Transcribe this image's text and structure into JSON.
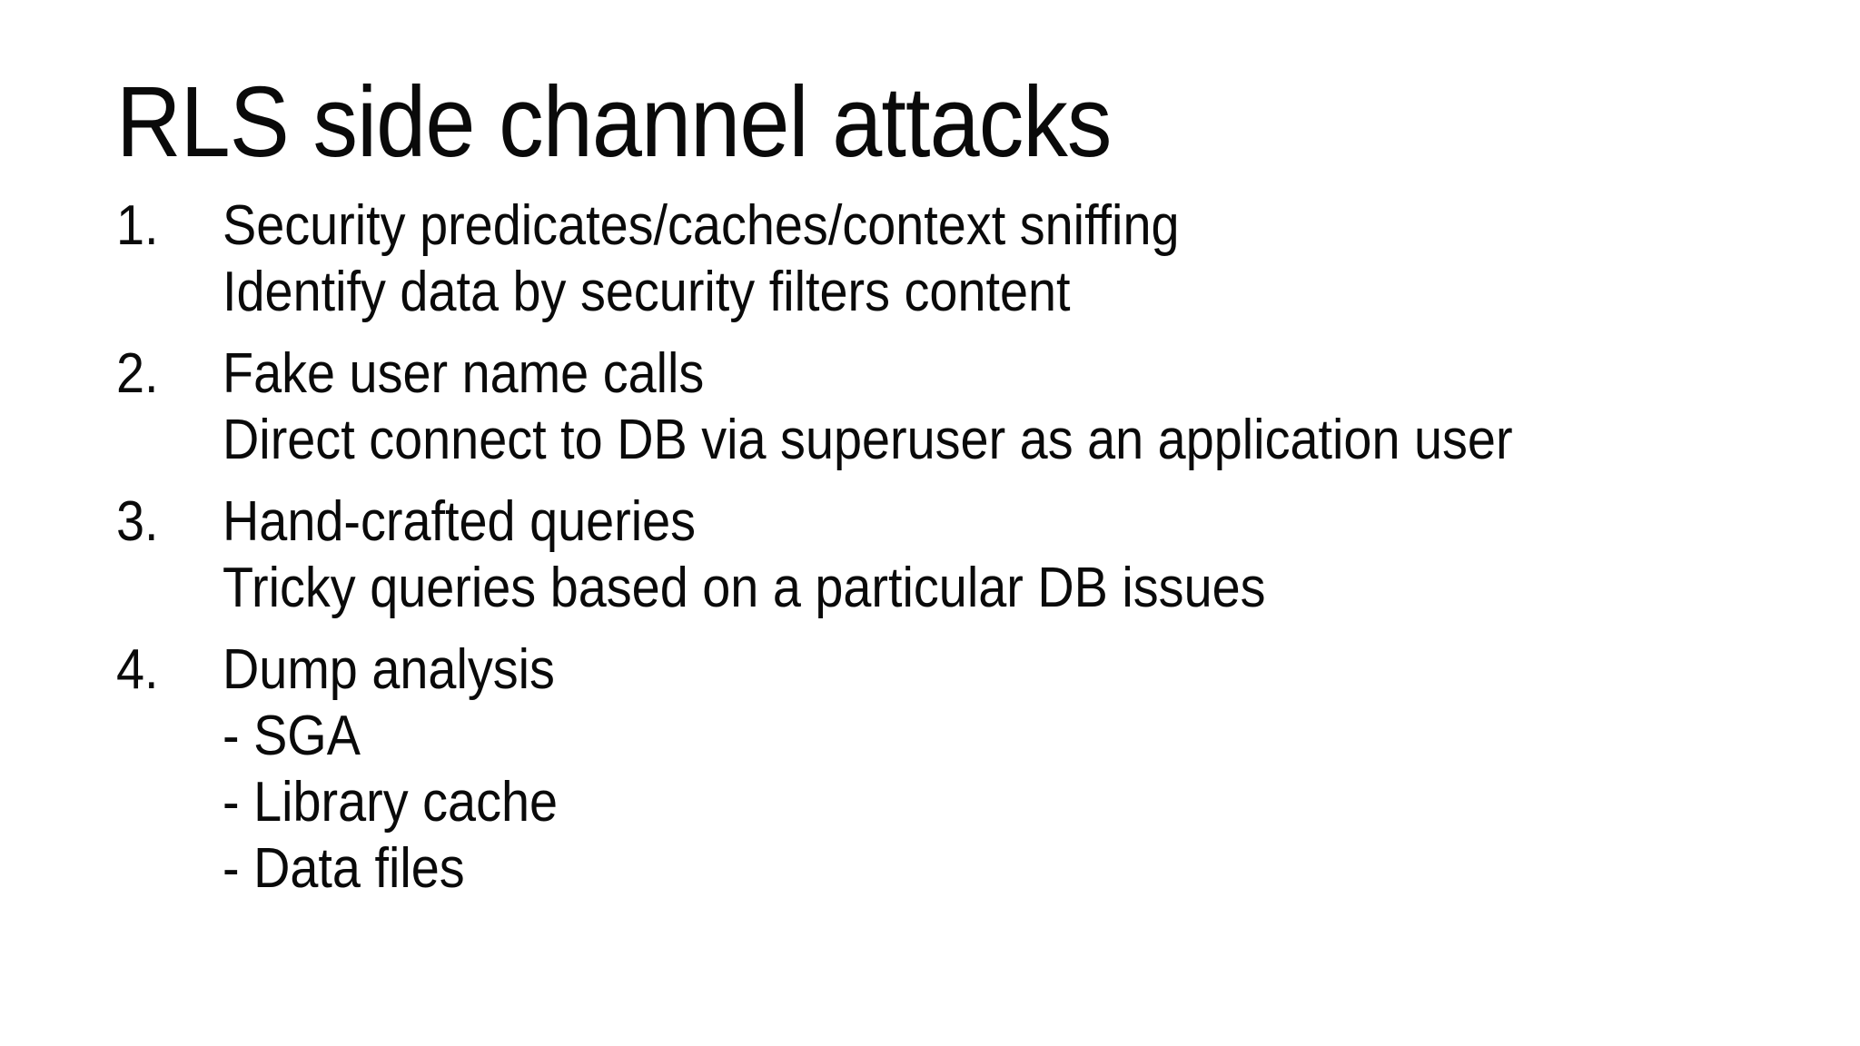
{
  "slide": {
    "background": "#ffffff",
    "text_color": "#0a0a0a",
    "title": "RLS side channel attacks",
    "list": {
      "items": [
        {
          "number": "1.",
          "lines": [
            "Security predicates/caches/context sniffing",
            "Identify data by security filters content"
          ]
        },
        {
          "number": "2.",
          "lines": [
            "Fake user name calls",
            "Direct connect to DB via superuser as an application user"
          ]
        },
        {
          "number": "3.",
          "lines": [
            "Hand-crafted queries",
            "Tricky queries based on a particular DB issues"
          ]
        },
        {
          "number": "4.",
          "lines": [
            "Dump analysis",
            "- SGA",
            "- Library cache",
            "- Data files"
          ]
        }
      ]
    }
  }
}
